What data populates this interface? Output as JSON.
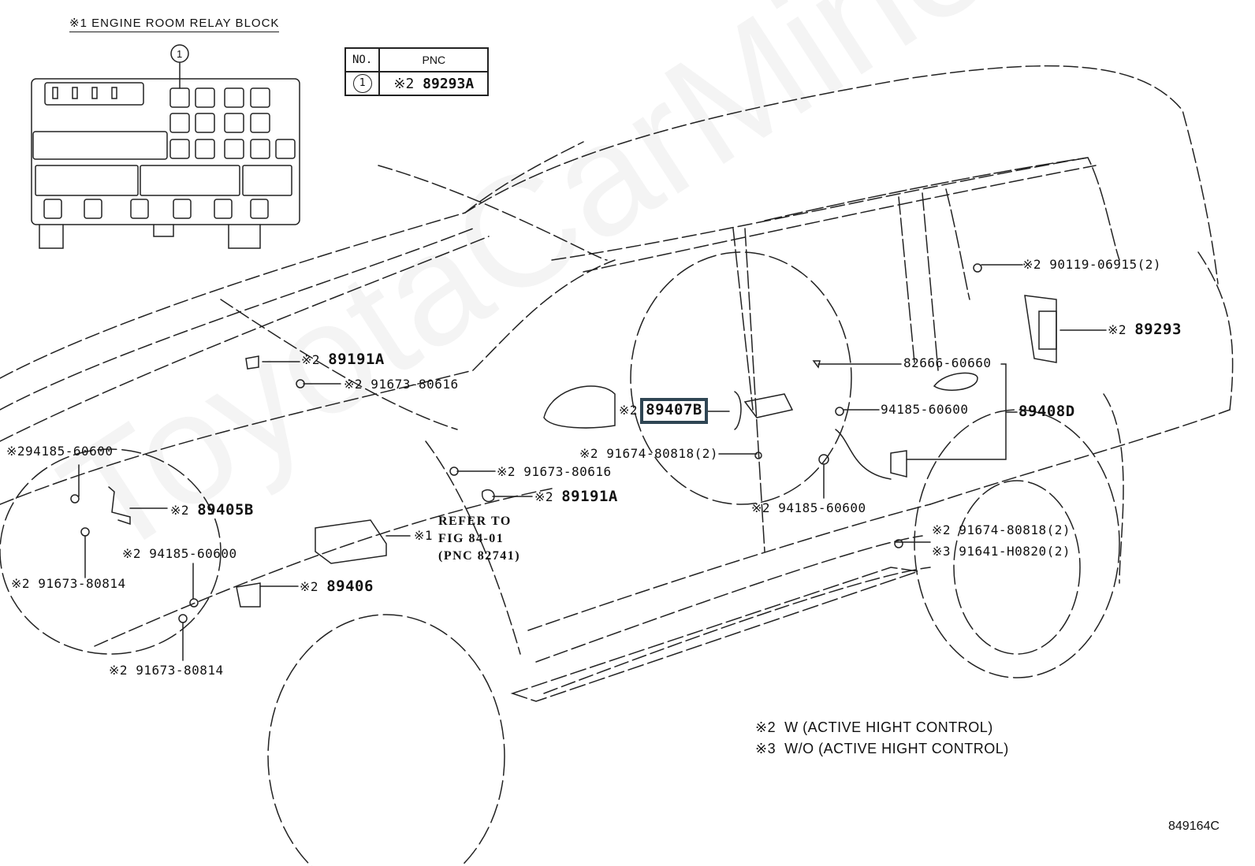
{
  "diagram": {
    "relay_block_title": "※1 ENGINE ROOM RELAY BLOCK",
    "relay_callout_no": "1",
    "pnc_table": {
      "headers": [
        "NO.",
        "PNC"
      ],
      "rows": [
        {
          "no": "1",
          "mark": "※2",
          "pnc": "89293A"
        }
      ]
    },
    "callouts": [
      {
        "id": "c-90119",
        "mark": "※2",
        "part": "90119-06915(2)",
        "bold": false
      },
      {
        "id": "c-89293",
        "mark": "※2",
        "part": "89293",
        "bold": true
      },
      {
        "id": "c-82666",
        "mark": "",
        "part": "82666-60660",
        "bold": false
      },
      {
        "id": "c-89408d",
        "mark": "",
        "part": "89408D",
        "bold": true
      },
      {
        "id": "c-94185-r1",
        "mark": "",
        "part": "94185-60600",
        "bold": false
      },
      {
        "id": "c-89407b",
        "mark": "※2",
        "part": "89407B",
        "bold": true,
        "highlighted": true
      },
      {
        "id": "c-91674-a",
        "mark": "※2",
        "part": "91674-80818(2)",
        "bold": false
      },
      {
        "id": "c-94185-r2",
        "mark": "※2",
        "part": "94185-60600",
        "bold": false
      },
      {
        "id": "c-91674-b",
        "mark": "※2",
        "part": "91674-80818(2)",
        "bold": false
      },
      {
        "id": "c-91641",
        "mark": "※3",
        "part": "91641-H0820(2)",
        "bold": false
      },
      {
        "id": "c-89191a-top",
        "mark": "※2",
        "part": "89191A",
        "bold": true
      },
      {
        "id": "c-91673-80616-top",
        "mark": "※2",
        "part": "91673-80616",
        "bold": false
      },
      {
        "id": "c-91673-80616-mid",
        "mark": "※2",
        "part": "91673-80616",
        "bold": false
      },
      {
        "id": "c-89191a-mid",
        "mark": "※2",
        "part": "89191A",
        "bold": true
      },
      {
        "id": "c-94185-fl1",
        "mark": "※2",
        "part": "94185-60600",
        "bold": false
      },
      {
        "id": "c-89405b",
        "mark": "※2",
        "part": "89405B",
        "bold": true
      },
      {
        "id": "c-94185-fl2",
        "mark": "※2",
        "part": "94185-60600",
        "bold": false
      },
      {
        "id": "c-91673-80814-a",
        "mark": "※2",
        "part": "91673-80814",
        "bold": false
      },
      {
        "id": "c-89406",
        "mark": "※2",
        "part": "89406",
        "bold": true
      },
      {
        "id": "c-91673-80814-b",
        "mark": "※2",
        "part": "91673-80814",
        "bold": false
      }
    ],
    "refer": {
      "mark": "※1",
      "lines": [
        "REFER TO",
        "FIG 84-01",
        "(PNC 82741)"
      ]
    },
    "legend": [
      {
        "mark": "※2",
        "text": "W (ACTIVE HIGHT CONTROL)"
      },
      {
        "mark": "※3",
        "text": "W/O (ACTIVE HIGHT CONTROL)"
      }
    ],
    "figure_number": "849164C",
    "watermark": "ToyotaCarMine.ru",
    "highlight_color": "#2f4654"
  }
}
